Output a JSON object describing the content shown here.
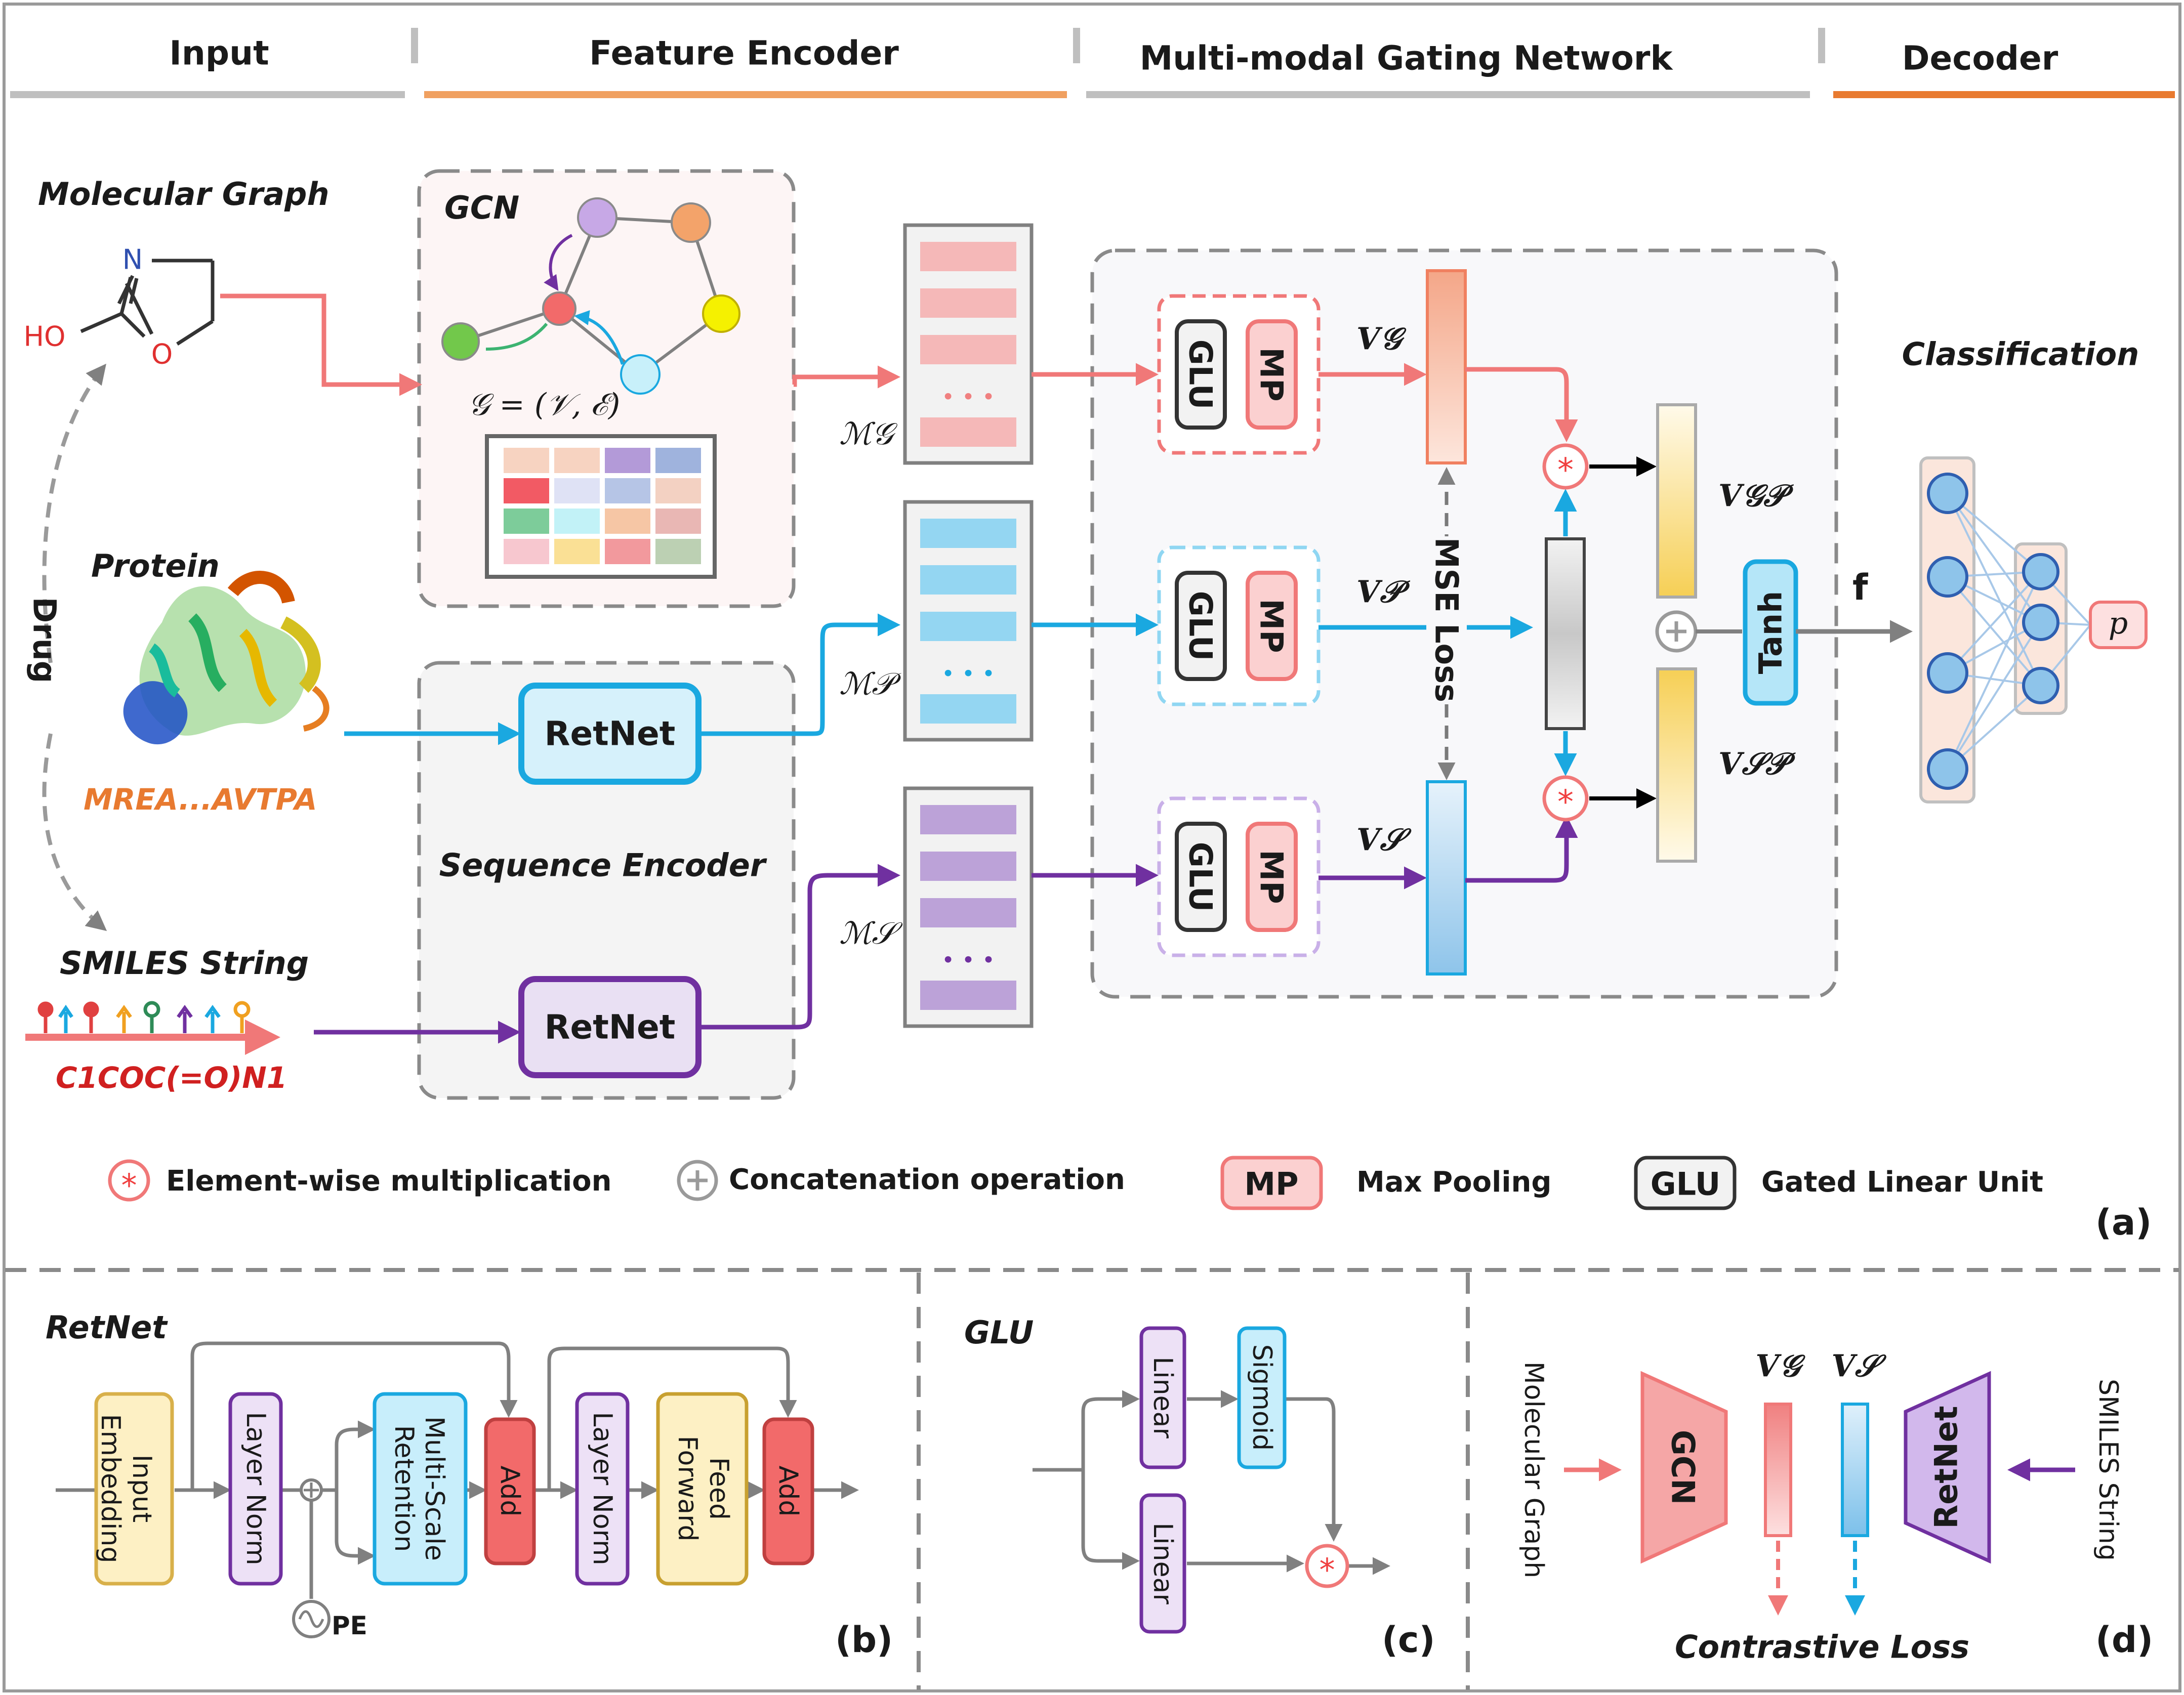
{
  "sections": {
    "input": "Input",
    "feature_encoder": "Feature Encoder",
    "gating": "Multi-modal Gating Network",
    "decoder": "Decoder"
  },
  "inputs": {
    "molecular_graph": "Molecular Graph",
    "protein": "Protein",
    "protein_sequence": "MREA...AVTPA",
    "smiles": "SMILES String",
    "smiles_string": "C1COC(=O)N1",
    "drug": "Drug",
    "molecule_atoms": [
      "N",
      "HO",
      "O"
    ]
  },
  "encoder": {
    "gcn": "GCN",
    "graph_def": "𝒢 = (𝒱, ℰ)",
    "sequence_encoder": "Sequence Encoder",
    "retnet": "RetNet"
  },
  "features": {
    "m_g": "ℳ𝒢",
    "m_p": "ℳ𝒫",
    "m_s": "ℳ𝒮",
    "dots": "• • •"
  },
  "gating": {
    "glu": "GLU",
    "mp": "MP",
    "v_g": "V𝒢",
    "v_p": "V𝒫",
    "v_s": "V𝒮",
    "v_gp": "V𝒢𝒫",
    "v_sp": "V𝒮𝒫",
    "mse_loss": "MSE Loss",
    "tanh": "Tanh"
  },
  "decoder": {
    "classification": "Classification",
    "f": "f",
    "p": "p"
  },
  "legend": {
    "elementwise": "Element-wise multiplication",
    "concat": "Concatenation operation",
    "mp_box": "MP",
    "mp_desc": "Max Pooling",
    "glu_box": "GLU",
    "glu_desc": "Gated Linear Unit",
    "panel_a": "(a)"
  },
  "retnet_panel": {
    "title": "RetNet",
    "input_embedding": [
      "Input",
      "Embedding"
    ],
    "layer_norm": "Layer Norm",
    "msr": [
      "Multi-Scale",
      "Retention"
    ],
    "add": "Add",
    "ffn": [
      "Feed",
      "Forward"
    ],
    "pe": "PE",
    "panel": "(b)"
  },
  "glu_panel": {
    "title": "GLU",
    "linear": "Linear",
    "sigmoid": "Sigmoid",
    "panel": "(c)"
  },
  "contrastive_panel": {
    "molecular_graph": "Molecular Graph",
    "gcn": "GCN",
    "v_g": "V𝒢",
    "v_s": "V𝒮",
    "retnet": "RetNet",
    "smiles": "SMILES String",
    "loss": "Contrastive Loss",
    "panel": "(d)"
  },
  "colors": {
    "graph_red": "#f07878",
    "protein_blue": "#1aa8e0",
    "smiles_purple": "#7030a0",
    "section_orange": "#f0a060",
    "decoder_orange": "#e87a30",
    "grey_line": "#bfbfbf"
  }
}
